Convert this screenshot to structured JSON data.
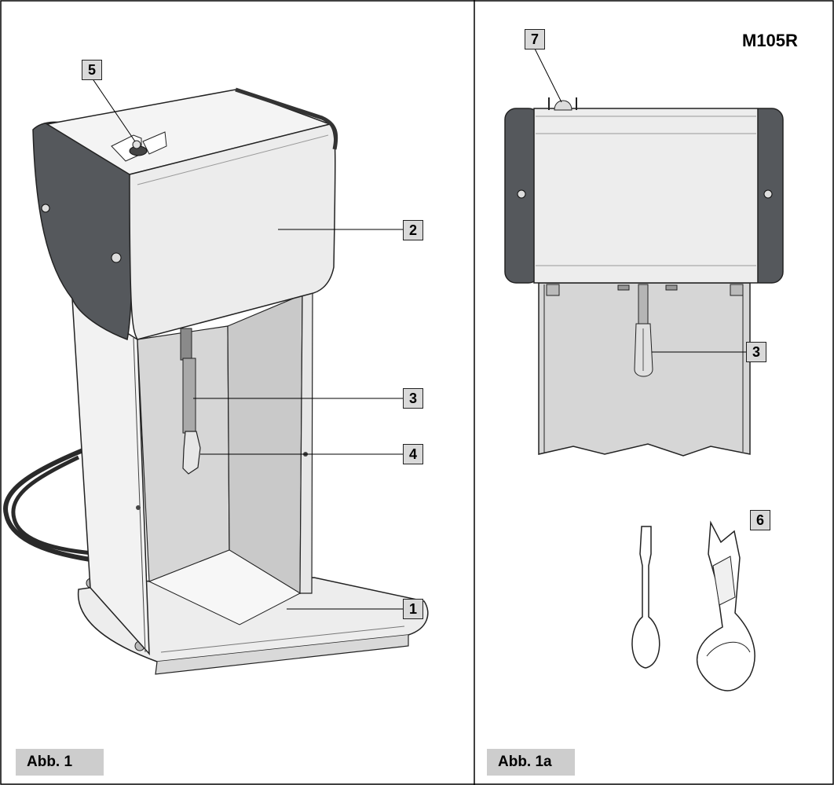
{
  "left_panel": {
    "figure_label": "Abb. 1",
    "callouts": [
      "5",
      "2",
      "3",
      "4",
      "1"
    ]
  },
  "right_panel": {
    "figure_label": "Abb. 1a",
    "model": "M105R",
    "callouts": [
      "7",
      "3",
      "6"
    ]
  },
  "colors": {
    "callout_fill": "#d9d9d9",
    "label_fill": "#cdcdcd",
    "side_panel": "#55585c",
    "inner_panel": "#d6d6d6"
  }
}
